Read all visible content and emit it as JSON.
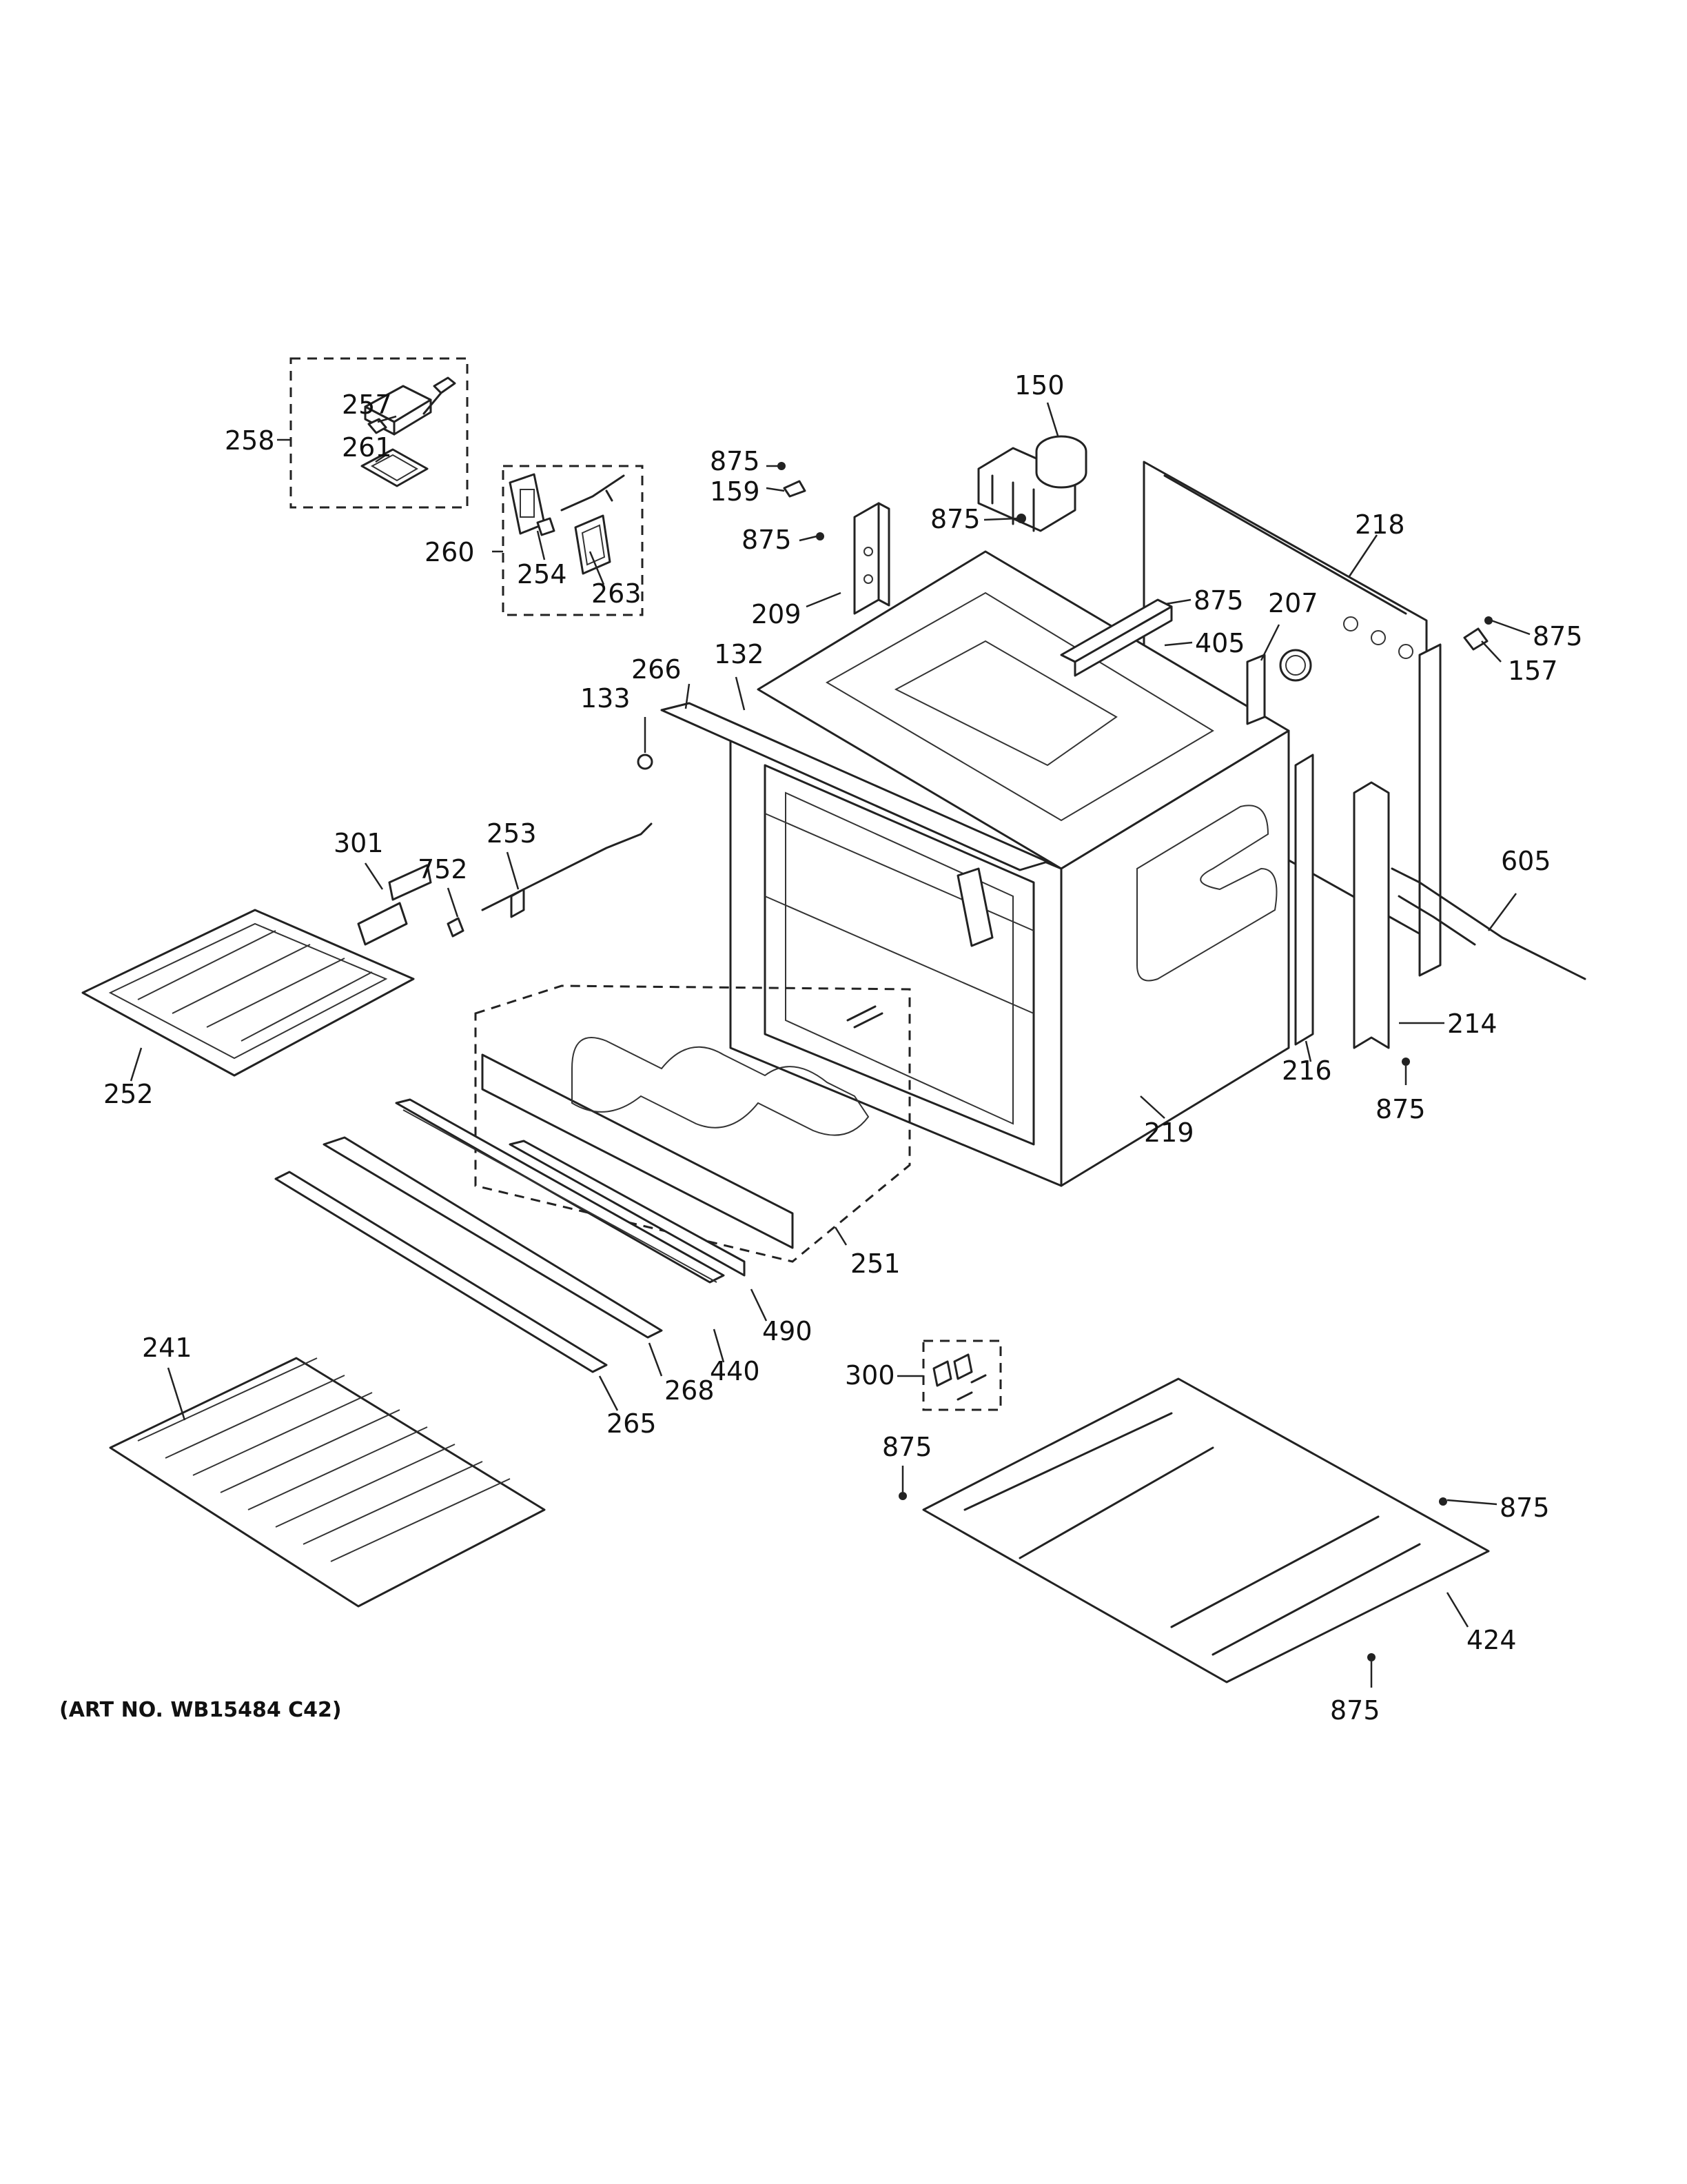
{
  "art_number": "(ART NO. WB15484 C42)",
  "callouts": [
    {
      "id": "258",
      "text": "258"
    },
    {
      "id": "257",
      "text": "257"
    },
    {
      "id": "261",
      "text": "261"
    },
    {
      "id": "260",
      "text": "260"
    },
    {
      "id": "254",
      "text": "254"
    },
    {
      "id": "263",
      "text": "263"
    },
    {
      "id": "875a",
      "text": "875"
    },
    {
      "id": "159",
      "text": "159"
    },
    {
      "id": "875b",
      "text": "875"
    },
    {
      "id": "150",
      "text": "150"
    },
    {
      "id": "875c",
      "text": "875"
    },
    {
      "id": "218",
      "text": "218"
    },
    {
      "id": "209",
      "text": "209"
    },
    {
      "id": "875d",
      "text": "875"
    },
    {
      "id": "207",
      "text": "207"
    },
    {
      "id": "405",
      "text": "405"
    },
    {
      "id": "875e",
      "text": "875"
    },
    {
      "id": "157",
      "text": "157"
    },
    {
      "id": "266",
      "text": "266"
    },
    {
      "id": "132",
      "text": "132"
    },
    {
      "id": "133",
      "text": "133"
    },
    {
      "id": "301",
      "text": "301"
    },
    {
      "id": "253",
      "text": "253"
    },
    {
      "id": "752",
      "text": "752"
    },
    {
      "id": "605",
      "text": "605"
    },
    {
      "id": "214",
      "text": "214"
    },
    {
      "id": "216",
      "text": "216"
    },
    {
      "id": "875f",
      "text": "875"
    },
    {
      "id": "252",
      "text": "252"
    },
    {
      "id": "219",
      "text": "219"
    },
    {
      "id": "251",
      "text": "251"
    },
    {
      "id": "490",
      "text": "490"
    },
    {
      "id": "440",
      "text": "440"
    },
    {
      "id": "268",
      "text": "268"
    },
    {
      "id": "265",
      "text": "265"
    },
    {
      "id": "241",
      "text": "241"
    },
    {
      "id": "300",
      "text": "300"
    },
    {
      "id": "875g",
      "text": "875"
    },
    {
      "id": "875h",
      "text": "875"
    },
    {
      "id": "424",
      "text": "424"
    },
    {
      "id": "875i",
      "text": "875"
    }
  ]
}
